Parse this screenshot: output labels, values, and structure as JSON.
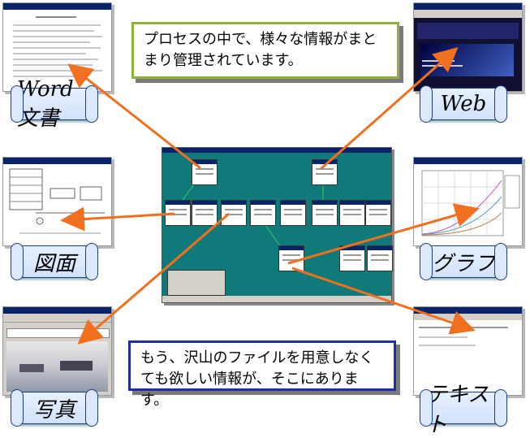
{
  "callouts": {
    "top": "プロセスの中で、様々な情報がまとまり管理されています。",
    "bottom": "もう、沢山のファイルを用意しなくても欲しい情報が、そこにあります。"
  },
  "labels": {
    "word": "Word文書",
    "web": "Web",
    "drawing": "図面",
    "graph": "グラフ",
    "photo": "写真",
    "text": "テキスト"
  },
  "colors": {
    "arrow": "#f07020",
    "center_bg": "#0f7a79",
    "top_callout_border": "#8db33a",
    "bottom_callout_border": "#1a2fa8"
  }
}
